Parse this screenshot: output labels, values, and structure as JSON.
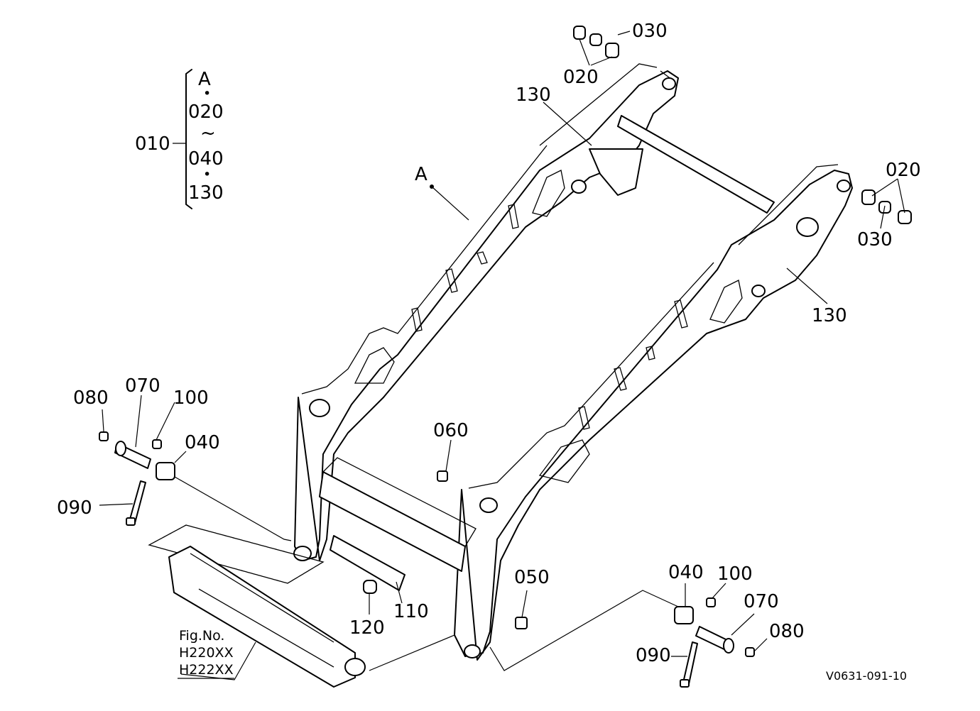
{
  "diagram": {
    "assembly_group": {
      "parent_label": "010",
      "items": [
        "A",
        "•",
        "020",
        "~",
        "040",
        "•",
        "130"
      ]
    },
    "callouts": [
      {
        "id": "c-030-top",
        "text": "030"
      },
      {
        "id": "c-020-top",
        "text": "020"
      },
      {
        "id": "c-130-top",
        "text": "130"
      },
      {
        "id": "c-A",
        "text": "A"
      },
      {
        "id": "c-020-right",
        "text": "020"
      },
      {
        "id": "c-030-right",
        "text": "030"
      },
      {
        "id": "c-130-right",
        "text": "130"
      },
      {
        "id": "c-080-left",
        "text": "080"
      },
      {
        "id": "c-070-left",
        "text": "070"
      },
      {
        "id": "c-100-left",
        "text": "100"
      },
      {
        "id": "c-040-left",
        "text": "040"
      },
      {
        "id": "c-090-left",
        "text": "090"
      },
      {
        "id": "c-060",
        "text": "060"
      },
      {
        "id": "c-050",
        "text": "050"
      },
      {
        "id": "c-110",
        "text": "110"
      },
      {
        "id": "c-120",
        "text": "120"
      },
      {
        "id": "c-040-right",
        "text": "040"
      },
      {
        "id": "c-100-right",
        "text": "100"
      },
      {
        "id": "c-070-right",
        "text": "070"
      },
      {
        "id": "c-080-right",
        "text": "080"
      },
      {
        "id": "c-090-right",
        "text": "090"
      }
    ],
    "figure_reference": {
      "title": "Fig.No.",
      "numbers": [
        "H220XX",
        "H222XX"
      ]
    },
    "drawing_code": "V0631-091-10"
  }
}
